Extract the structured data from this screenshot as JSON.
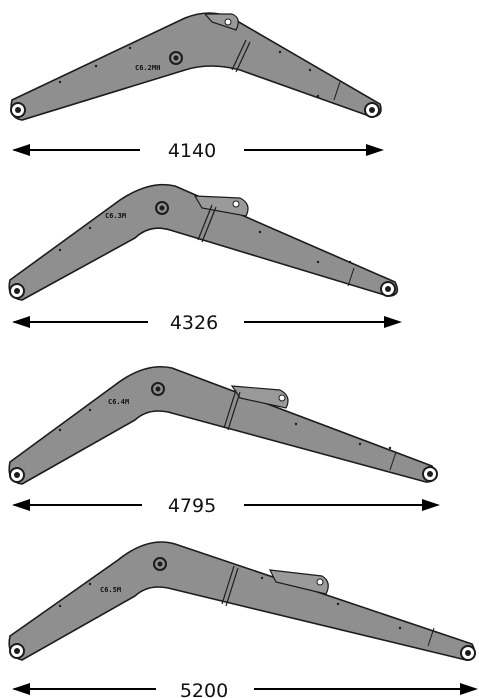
{
  "booms": [
    {
      "model": "C6.2MH",
      "length": "4140"
    },
    {
      "model": "C6.3M",
      "length": "4326"
    },
    {
      "model": "C6.4M",
      "length": "4795"
    },
    {
      "model": "C6.5M",
      "length": "5200"
    }
  ],
  "colors": {
    "boom_fill": "#8f8f8f",
    "boom_stroke": "#1c1c1c",
    "arrow": "#000000"
  }
}
